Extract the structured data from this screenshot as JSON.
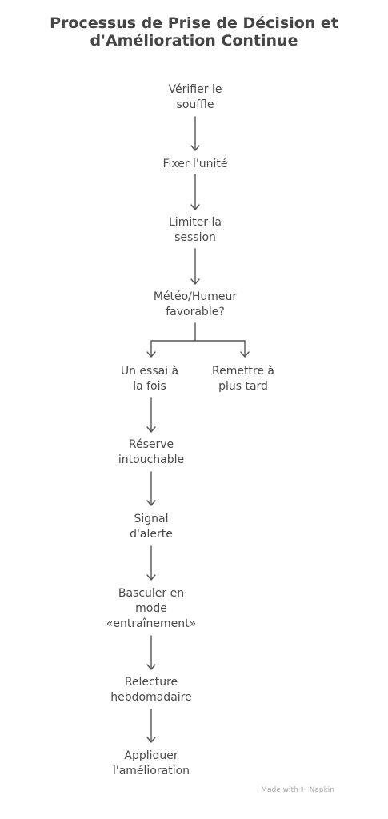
{
  "title": {
    "line1": "Processus de Prise de Décision et",
    "line2": "d'Amélioration Continue"
  },
  "nodes": {
    "verifier": [
      "Vérifier le",
      "souffle"
    ],
    "fixer": [
      "Fixer l'unité"
    ],
    "limiter": [
      "Limiter la",
      "session"
    ],
    "meteo": [
      "Météo/Humeur",
      "favorable?"
    ],
    "essai": [
      "Un essai à",
      "la fois"
    ],
    "remettre": [
      "Remettre à",
      "plus tard"
    ],
    "reserve": [
      "Réserve",
      "intouchable"
    ],
    "signal": [
      "Signal",
      "d'alerte"
    ],
    "basculer": [
      "Basculer en",
      "mode",
      "«entraînement»"
    ],
    "relecture": [
      "Relecture",
      "hebdomadaire"
    ],
    "appliquer": [
      "Appliquer",
      "l'amélioration"
    ]
  },
  "footer": {
    "made_with": "Made with",
    "brand": "Napkin"
  }
}
